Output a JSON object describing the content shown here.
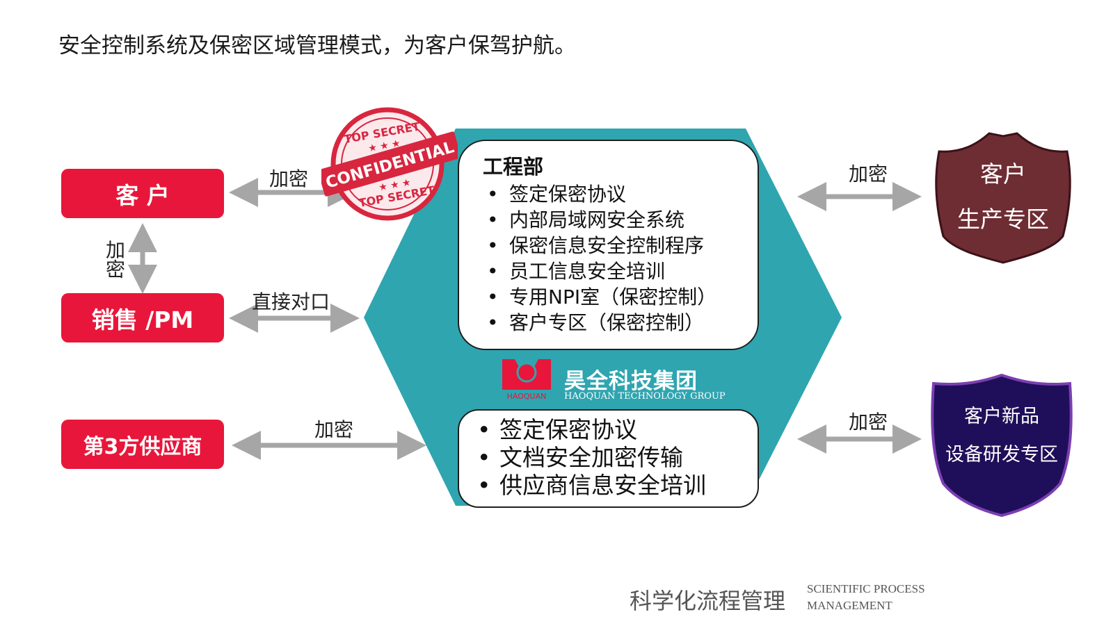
{
  "title": "安全控制系统及保密区域管理模式，为客户保驾护航。",
  "left_boxes": {
    "customer": "客 户",
    "sales": "销售 /PM",
    "supplier": "第3方供应商"
  },
  "arrow_labels": {
    "customer": "加密",
    "vertical": "加密",
    "sales": "直接对口",
    "supplier": "加密",
    "right_top": "加密",
    "right_bottom": "加密"
  },
  "stamp": {
    "top": "TOP SECRET",
    "middle": "CONFIDENTIAL",
    "bottom": "TOP SECRET"
  },
  "engineering": {
    "title": "工程部",
    "items": [
      "签定保密协议",
      "内部局域网安全系统",
      "保密信息安全控制程序",
      "员工信息安全培训",
      "专用NPI室（保密控制）",
      "客户专区（保密控制）"
    ]
  },
  "supplier_panel": {
    "items": [
      "签定保密协议",
      "文档安全加密传输",
      "供应商信息安全培训"
    ]
  },
  "logo": {
    "brand_en": "HAOQUAN",
    "name_cn": "昊全科技集团",
    "name_en": "HAOQUAN TECHNOLOGY GROUP"
  },
  "shield_top": {
    "line1": "客户",
    "line2": "生产专区",
    "color": "#6e2c33"
  },
  "shield_bottom": {
    "line1": "客户新品",
    "line2": "设备研发专区",
    "color": "#1f0f5a",
    "border": "#7b3fb0"
  },
  "footer": {
    "cn": "科学化流程管理",
    "en_line1": "SCIENTIFIC PROCESS",
    "en_line2": "MANAGEMENT"
  },
  "colors": {
    "red": "#e8163a",
    "teal": "#2fa5b0",
    "arrow": "#a6a6a6"
  }
}
